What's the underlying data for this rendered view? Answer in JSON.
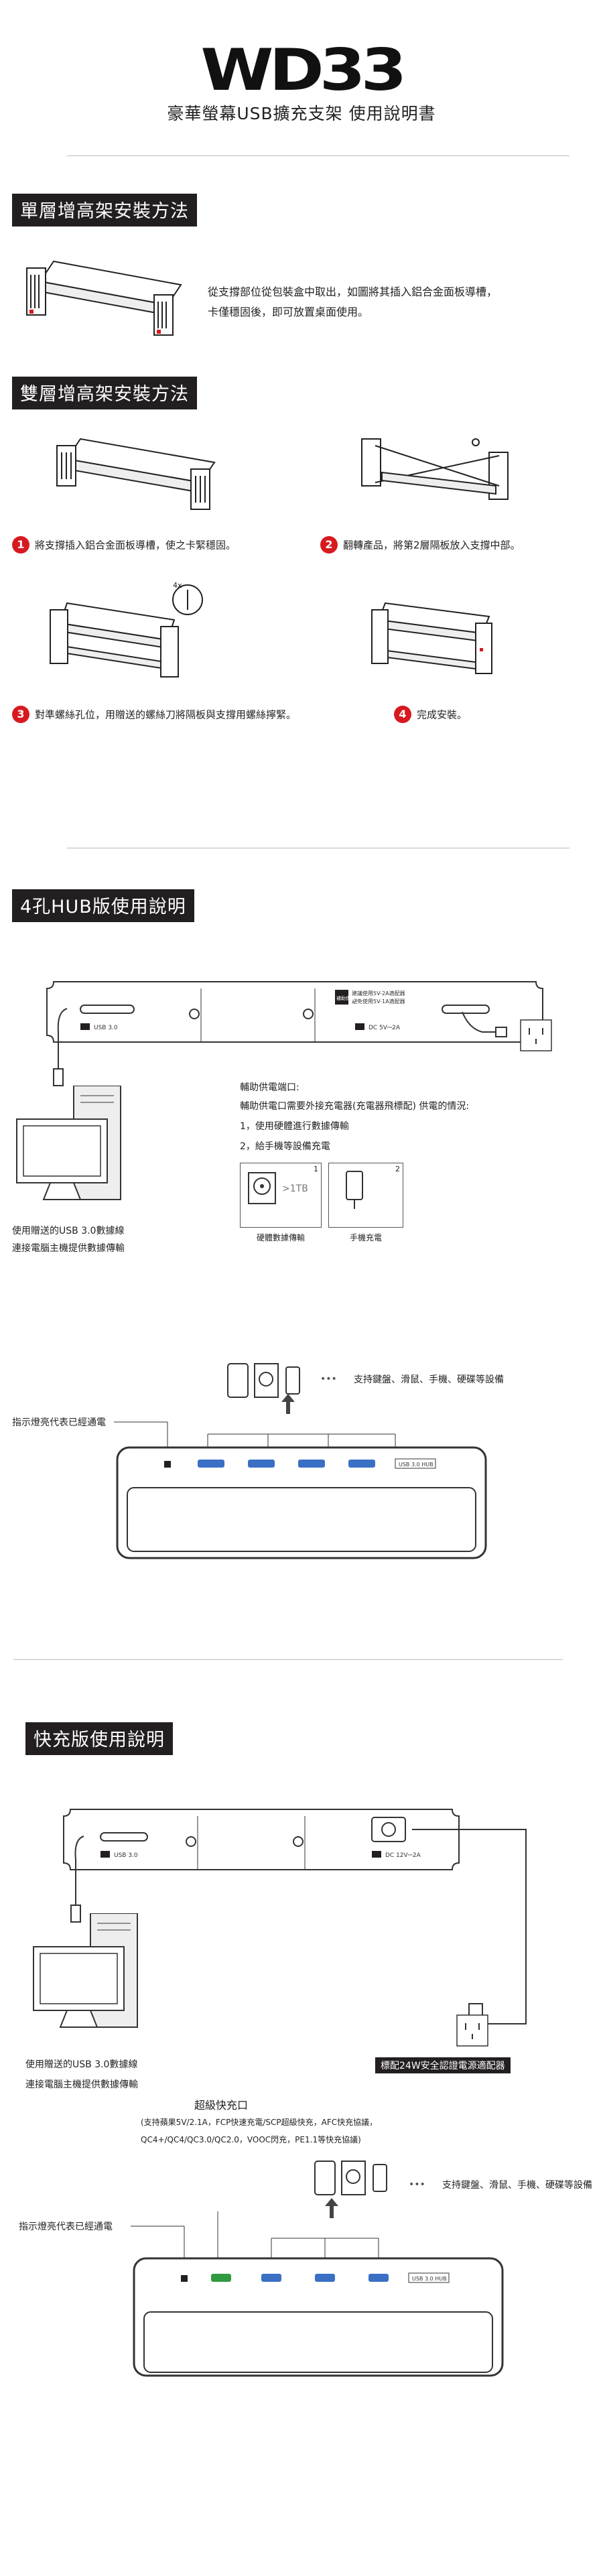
{
  "header": {
    "logo": "WD33",
    "subtitle": "豪華螢幕USB擴充支架 使用說明書"
  },
  "single": {
    "heading": "單層增高架安裝方法",
    "desc_line1": "從支撐部位從包裝盒中取出，如圖將其插入鋁合金面板導槽，",
    "desc_line2": "卡僅穩固後，即可放置桌面使用。"
  },
  "double": {
    "heading": "雙層增高架安裝方法",
    "steps": [
      {
        "num": "1",
        "text": "將支撐插入鋁合金面板導槽，使之卡緊穩固。"
      },
      {
        "num": "2",
        "text": "翻轉產品，將第2層隔板放入支撐中部。"
      },
      {
        "num": "3",
        "text": "對準螺絲孔位，用贈送的螺絲刀將隔板與支撐用螺絲擰緊。"
      },
      {
        "num": "4",
        "text": "完成安裝。"
      }
    ],
    "screw_label": "4x"
  },
  "hub4": {
    "heading": "4孔HUB版使用說明",
    "panel_usb_label": "USB 3.0",
    "panel_dc_label": "DC  5V⎓2A",
    "panel_note": "補助供電",
    "panel_note2": "建議使用5V-2A適配器",
    "panel_note3": "避免使用5V-1A適配器",
    "aux_title": "輔助供電端口:",
    "aux_desc": "輔助供電口需要外接充電器(充電器飛標配) 供電的情況:",
    "aux_item1": "1，使用硬體進行數據傳輸",
    "aux_item2": "2，給手機等設備充電",
    "box1_num": "1",
    "box1_text": ">1TB",
    "box1_caption": "硬體數據傳輸",
    "box2_num": "2",
    "box2_caption": "手機充電",
    "cable_line1": "使用贈送的USB 3.0數據線",
    "cable_line2": "連接電腦主機提供數據傳輸",
    "support_text": "支持鍵盤、滑鼠、手機、硬碟等設備",
    "indicator_text": "指示燈亮代表已經通電",
    "port_badge": "USB 3.0 HUB",
    "dots": "•••"
  },
  "fast": {
    "heading": "快充版使用說明",
    "panel_usb_label": "USB 3.0",
    "panel_dc_label": "DC  12V⎓2A",
    "cable_line1": "使用贈送的USB 3.0數據線",
    "cable_line2": "連接電腦主機提供數據傳輸",
    "adapter_badge": "標配24W安全認證電源適配器",
    "fast_title": "超級快充口",
    "fast_line1": "(支持蘋果5V/2.1A，FCP快速充電/SCP超級快充，AFC快充協議，",
    "fast_line2": "QC4+/QC4/QC3.0/QC2.0，VOOC閃充，PE1.1等快充協議)",
    "support_text": "支持鍵盤、滑鼠、手機、硬碟等設備",
    "indicator_text": "指示燈亮代表已經通電",
    "port_badge": "USB 3.0 HUB",
    "dots": "•••"
  }
}
